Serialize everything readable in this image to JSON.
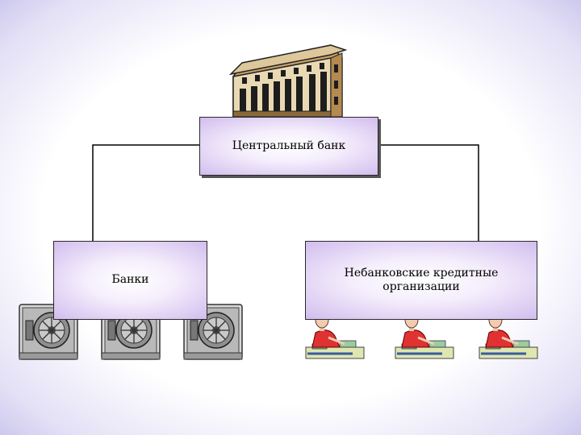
{
  "diagram": {
    "root": {
      "label": "Центральный банк",
      "icon": "bank-building-icon"
    },
    "children": [
      {
        "label": "Банки",
        "icon": "bank-vault-icon",
        "icon_count": 3
      },
      {
        "label": "Небанковские кредитные организации",
        "icon": "clerk-at-desk-icon",
        "icon_count": 3
      }
    ],
    "colors": {
      "box_fill": "#d9c7f1",
      "box_border": "#2a2a2a",
      "connector": "#000000",
      "frame": "#b8b4e6"
    }
  }
}
